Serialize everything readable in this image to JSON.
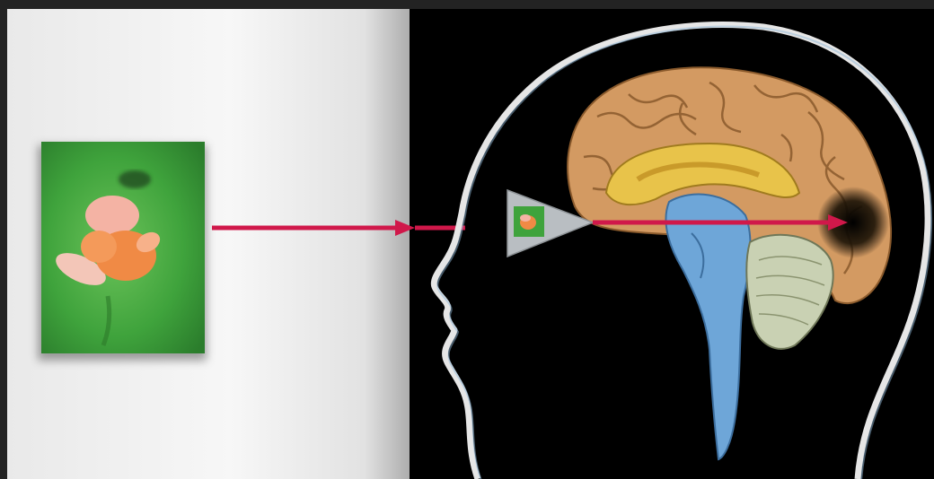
{
  "scene": {
    "description_free": true,
    "colors": {
      "frame": "#232323",
      "left_panel_light": "#f4f4f4",
      "left_panel_shadow": "#bdbdbd",
      "right_panel": "#000000",
      "arrow": "#d0184a",
      "photo_green": "#3fa33c",
      "flower_orange": "#f08a45",
      "flower_pink": "#f4b3a4",
      "head_outline": "#e6e6e6",
      "brain_cortex": "#d39a62",
      "brain_inner": "#e8c34a",
      "brainstem_blue": "#6ea6d8",
      "cerebellum": "#c9d1b3",
      "eye_lens": "#b9bec2"
    },
    "icons": {
      "photo": "flower-photo",
      "eye": "eye-lens-triangle",
      "head": "head-profile",
      "brain": "brain-cross-section"
    }
  }
}
